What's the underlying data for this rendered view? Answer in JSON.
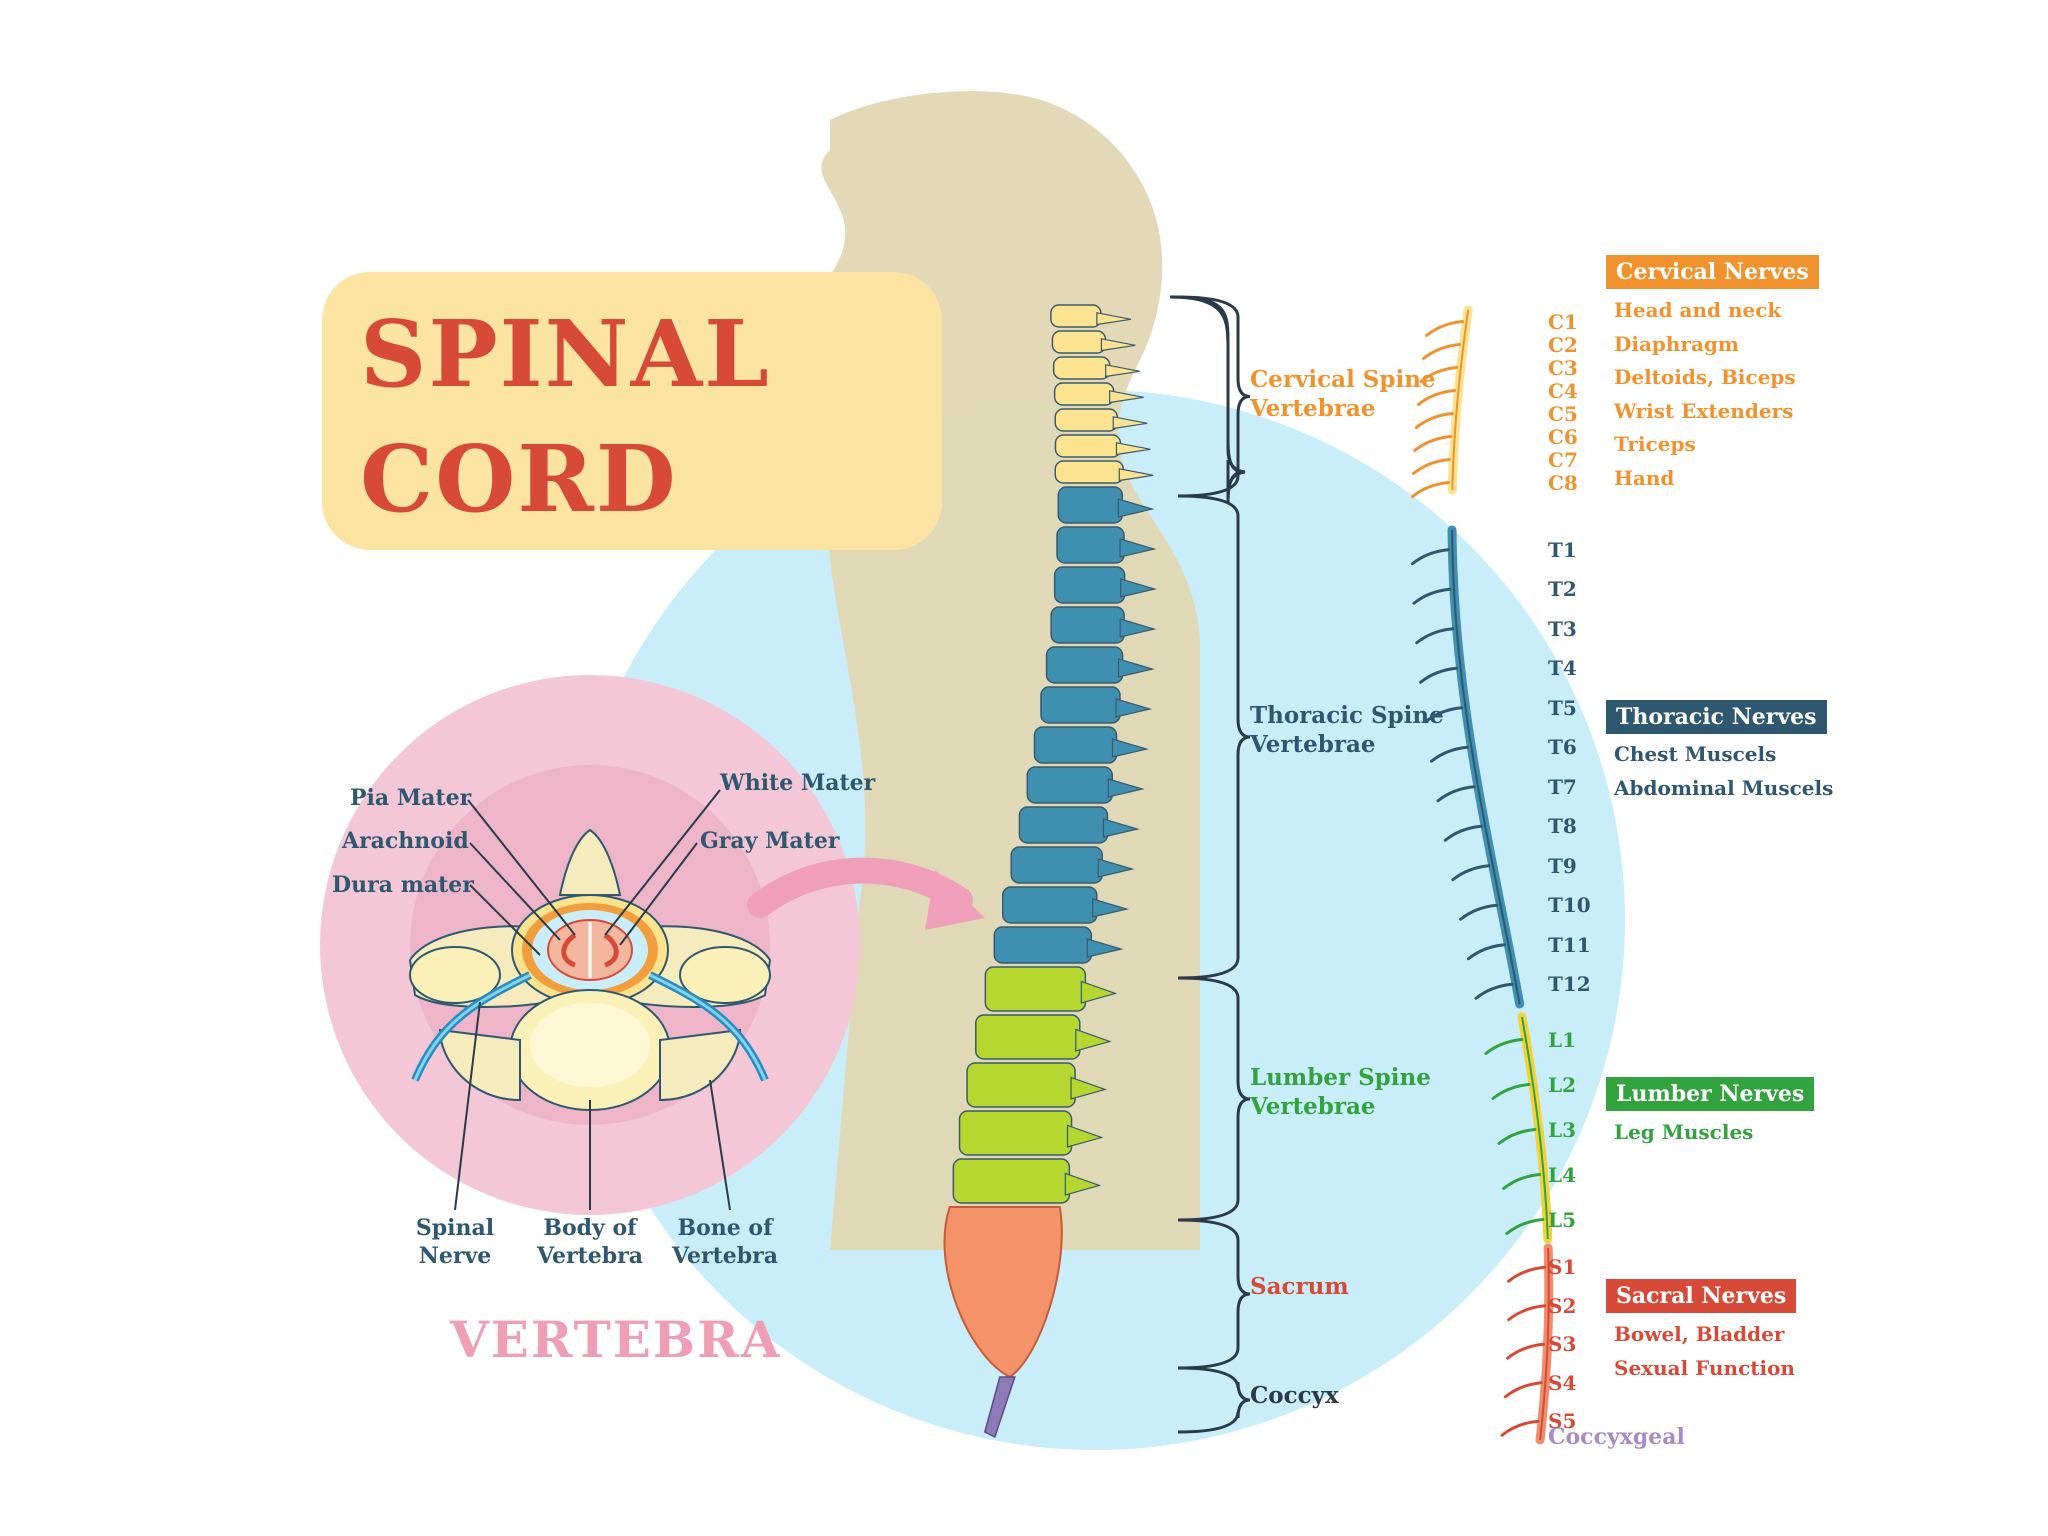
{
  "title": {
    "line1": "SPINAL",
    "line2": "CORD"
  },
  "vertebra_title": "VERTEBRA",
  "vertebra_labels": {
    "pia_mater": "Pia Mater",
    "arachnoid": "Arachnoid",
    "dura_mater": "Dura mater",
    "white_mater": "White Mater",
    "gray_mater": "Gray Mater",
    "spinal_nerve_l1": "Spinal",
    "spinal_nerve_l2": "Nerve",
    "body_l1": "Body of",
    "body_l2": "Vertebra",
    "bone_l1": "Bone of",
    "bone_l2": "Vertebra"
  },
  "regions": [
    {
      "line1": "Cervical Spine",
      "line2": "Vertebrae",
      "color": "#f0922e"
    },
    {
      "line1": "Thoracic Spine",
      "line2": "Vertebrae",
      "color": "#2f5870"
    },
    {
      "line1": "Lumber Spine",
      "line2": "Vertebrae",
      "color": "#33a33f"
    },
    {
      "line1": "Sacrum",
      "line2": "",
      "color": "#d64a37"
    },
    {
      "line1": "Coccyx",
      "line2": "",
      "color": "#2b3a48"
    }
  ],
  "nerve_groups": {
    "cervical": {
      "title": "Cervical Nerves",
      "color": "#f0922e",
      "functions": [
        "Head and neck",
        "Diaphragm",
        "Deltoids, Biceps",
        "Wrist Extenders",
        "Triceps",
        "Hand"
      ]
    },
    "thoracic": {
      "title": "Thoracic Nerves",
      "color": "#2f5870",
      "functions": [
        "Chest Muscels",
        "Abdominal Muscels"
      ]
    },
    "lumber": {
      "title": "Lumber Nerves",
      "color": "#33a33f",
      "functions": [
        "Leg Muscles"
      ]
    },
    "sacral": {
      "title": "Sacral Nerves",
      "color": "#d64a37",
      "functions": [
        "Bowel, Bladder",
        "Sexual Function"
      ]
    }
  },
  "segments": {
    "cervical": [
      "C1",
      "C2",
      "C3",
      "C4",
      "C5",
      "C6",
      "C7",
      "C8"
    ],
    "thoracic": [
      "T1",
      "T2",
      "T3",
      "T4",
      "T5",
      "T6",
      "T7",
      "T8",
      "T9",
      "T10",
      "T11",
      "T12"
    ],
    "lumbar": [
      "L1",
      "L2",
      "L3",
      "L4",
      "L5"
    ],
    "sacral": [
      "S1",
      "S2",
      "S3",
      "S4",
      "S5"
    ],
    "coccygeal": "Coccyxgeal"
  },
  "colors": {
    "cervical": "#f0922e",
    "thoracic": "#2f5870",
    "lumbar": "#33a33f",
    "sacral": "#d64a37",
    "coccygeal": "#a98bc4",
    "bone_cervical": "#fbe38f",
    "bone_thoracic": "#3f8fb0",
    "bone_lumbar": "#b5d730",
    "bone_sacrum": "#f4936a",
    "bone_coccyx": "#8c7bb5",
    "circle_bg": "#c9eef9",
    "silhouette": "#e2d7b4",
    "pink_circle": "#f3c7d6"
  }
}
